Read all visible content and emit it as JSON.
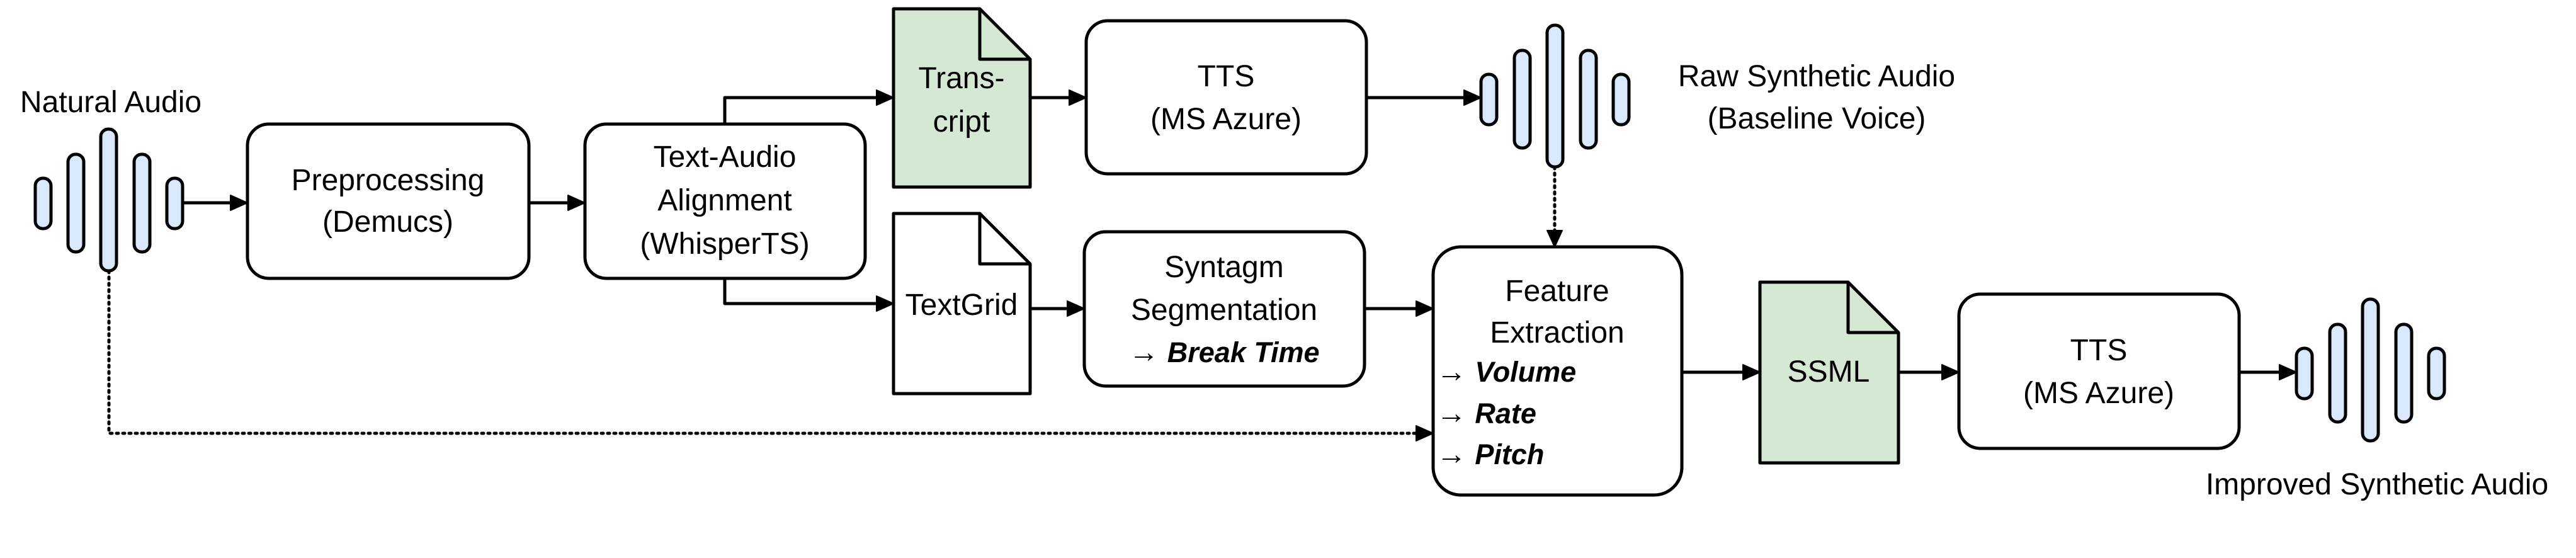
{
  "colors": {
    "stroke": "#000000",
    "wave_fill": "#dae8fc",
    "doc_fill": "#d5e8d4",
    "box_fill": "#ffffff"
  },
  "labels": {
    "natural_audio": "Natural Audio",
    "raw_synthetic_line1": "Raw Synthetic Audio",
    "raw_synthetic_line2": "(Baseline Voice)",
    "improved_synthetic": "Improved Synthetic Audio"
  },
  "nodes": {
    "preprocessing": {
      "line1": "Preprocessing",
      "line2": "(Demucs)"
    },
    "alignment": {
      "line1": "Text-Audio",
      "line2": "Alignment",
      "line3": "(WhisperTS)"
    },
    "transcript": {
      "line1": "Trans-",
      "line2": "cript"
    },
    "textgrid": {
      "line1": "TextGrid"
    },
    "tts_top": {
      "line1": "TTS",
      "line2": "(MS Azure)"
    },
    "syntagm": {
      "line1": "Syntagm",
      "line2": "Segmentation",
      "arrow": "→",
      "feature": "Break Time"
    },
    "feature_extraction": {
      "line1": "Feature",
      "line2": "Extraction",
      "items": [
        {
          "arrow": "→",
          "label": "Volume"
        },
        {
          "arrow": "→",
          "label": "Rate"
        },
        {
          "arrow": "→",
          "label": "Pitch"
        }
      ]
    },
    "ssml": {
      "line1": "SSML"
    },
    "tts_bottom": {
      "line1": "TTS",
      "line2": "(MS Azure)"
    }
  }
}
